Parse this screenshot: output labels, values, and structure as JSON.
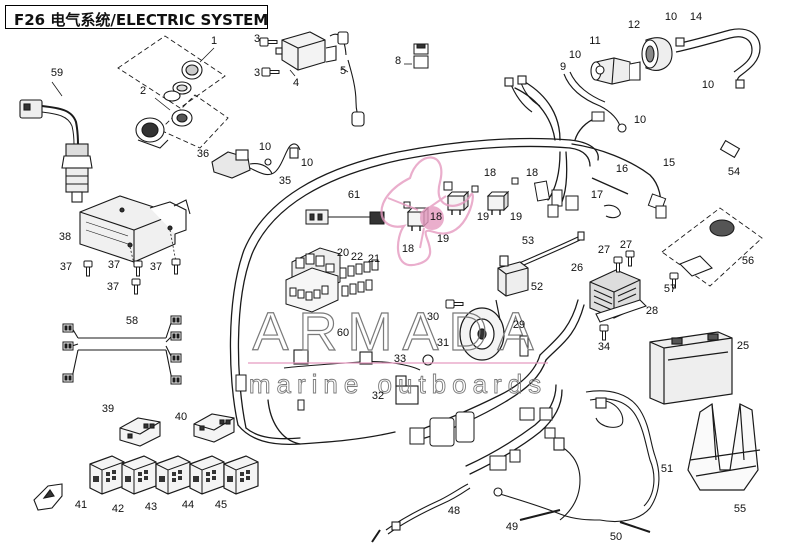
{
  "title": "F26 电气系统/ELECTRIC SYSTEM",
  "watermark": {
    "brand": "ARMADA",
    "tagline": "marine outboards",
    "logo_color": "#e59ac0",
    "text_color": "#7a7a7a"
  },
  "colors": {
    "line": "#1a1a1a",
    "part_fill": "#f2f2f2",
    "part_dark": "#555555",
    "background": "#ffffff"
  },
  "callouts": [
    "1",
    "2",
    "3",
    "3",
    "4",
    "5",
    "8",
    "9",
    "10",
    "10",
    "10",
    "10",
    "10",
    "10",
    "11",
    "12",
    "14",
    "15",
    "16",
    "17",
    "18",
    "18",
    "18",
    "18",
    "19",
    "19",
    "19",
    "20",
    "21",
    "22",
    "25",
    "26",
    "27",
    "27",
    "28",
    "29",
    "30",
    "31",
    "32",
    "33",
    "34",
    "35",
    "36",
    "37",
    "37",
    "37",
    "37",
    "38",
    "39",
    "40",
    "41",
    "42",
    "43",
    "44",
    "45",
    "48",
    "49",
    "50",
    "51",
    "52",
    "53",
    "54",
    "55",
    "56",
    "57",
    "58",
    "59",
    "60",
    "61"
  ]
}
